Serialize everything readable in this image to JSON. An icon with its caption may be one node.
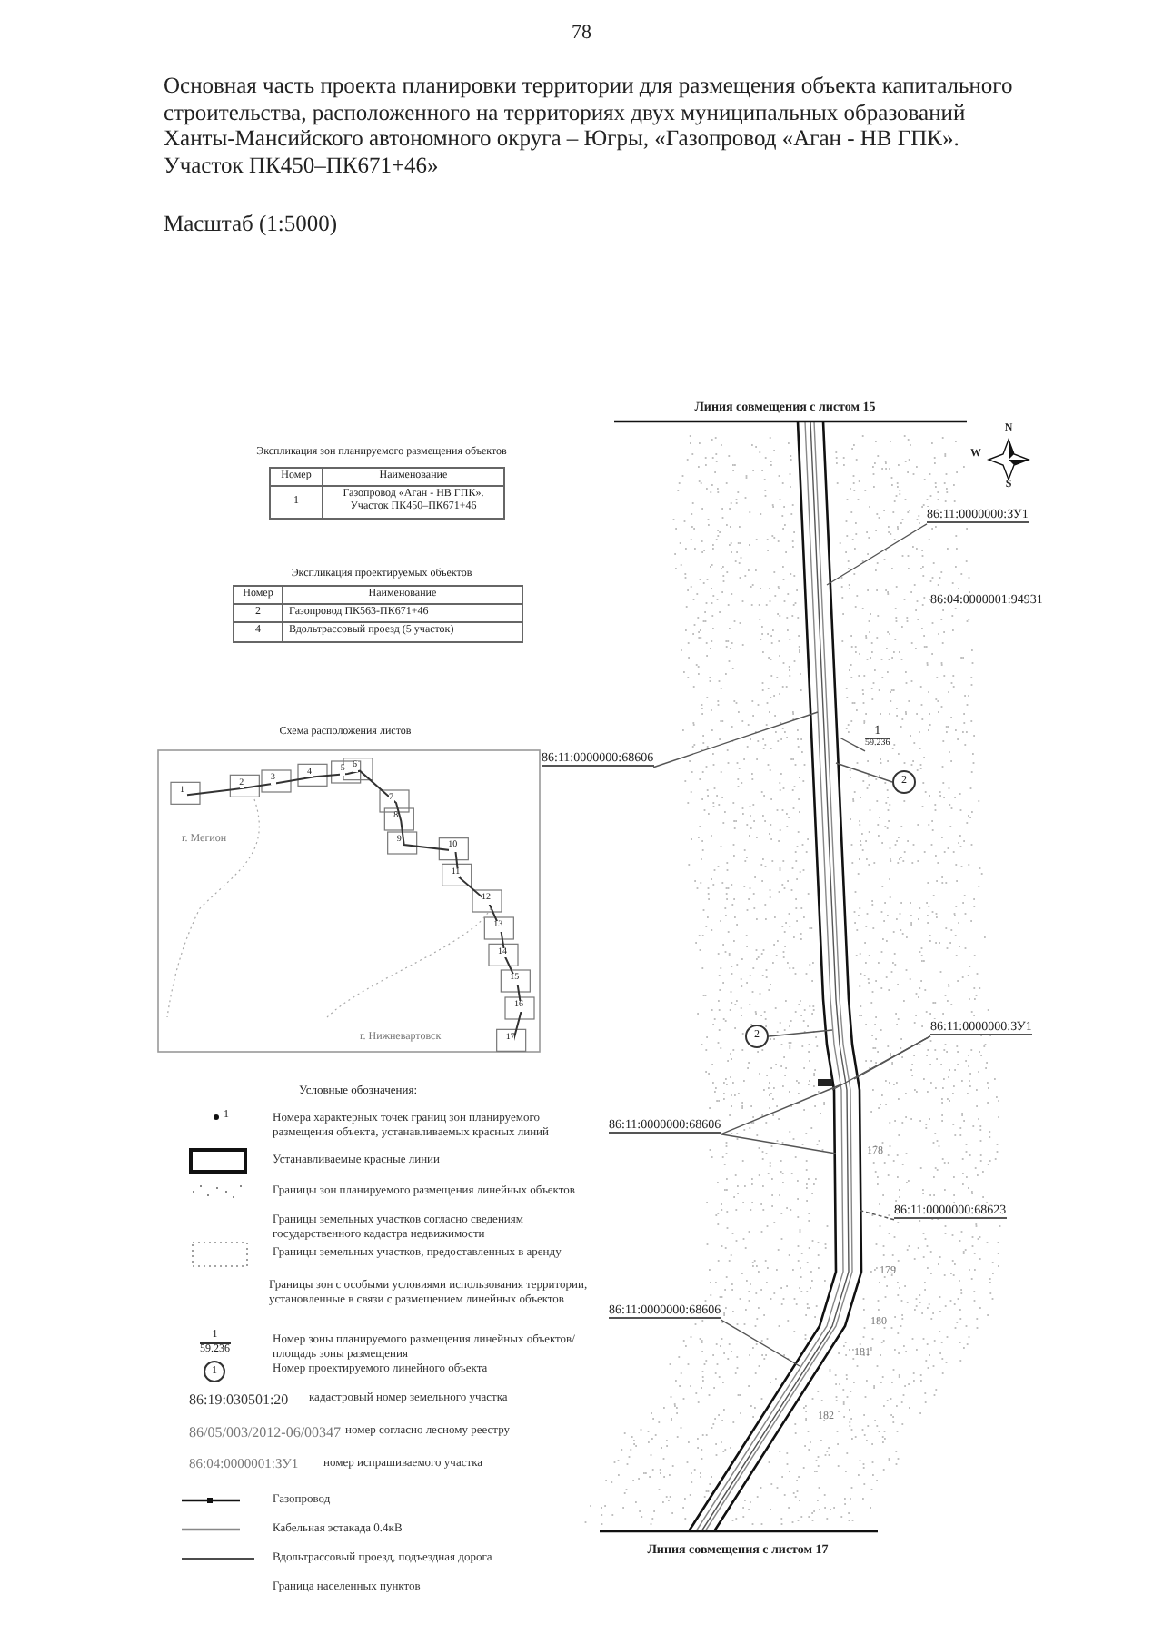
{
  "diagram": {
    "title": "Основная часть проекта планировки территории для размещения объекта капитального строительства, расположенного на территориях двух муниципальных образований Ханты-Мансийского автономного округа – Югры, «Газопровод «Аган - НВ ГПК». Участок ПК450–ПК671+46»",
    "nodes": [
      {
        "text": [
          "86:11:0000000:ЗУ1"
        ]
      },
      {
        "text": [
          "86:11:0000000:68606"
        ]
      },
      {
        "text": [
          "1",
          "59.236"
        ]
      },
      {
        "text": [
          "2"
        ]
      },
      {
        "text": [
          "2"
        ]
      },
      {
        "text": [
          "86:11:0000000:ЗУ1"
        ]
      },
      {
        "text": [
          "86:11:0000000:68606"
        ]
      },
      {
        "text": [
          "86:11:0000000:68623"
        ]
      },
      {
        "text": [
          "86:11:0000000:68606"
        ]
      }
    ],
    "edges": [
      {
        "from": 0,
        "to": null,
        "arrow": "none"
      },
      {
        "from": 1,
        "to": null,
        "arrow": "none"
      },
      {
        "from": 2,
        "to": null,
        "arrow": "none"
      },
      {
        "from": 3,
        "to": null,
        "arrow": "none"
      },
      {
        "from": 4,
        "to": null,
        "arrow": "none"
      },
      {
        "from": 5,
        "to": null,
        "arrow": "none"
      },
      {
        "from": 5,
        "to": null,
        "arrow": "none"
      },
      {
        "from": 6,
        "to": null,
        "arrow": "none"
      },
      {
        "from": 6,
        "to": null,
        "arrow": "none"
      },
      {
        "from": 7,
        "to": null,
        "arrow": "none",
        "style": "dashed"
      },
      {
        "from": 8,
        "to": null,
        "arrow": "none"
      }
    ],
    "labels": [
      "78",
      "Масштаб (1:5000)",
      "Экспликация зон планируемого размещения объектов",
      "Номер",
      "Наименование",
      "1",
      "Газопровод «Аган - НВ ГПК». Участок ПК450–ПК671+46",
      "Экспликация проектируемых объектов",
      "Номер",
      "Наименование",
      "2",
      "Газопровод ПК563-ПК671+46",
      "4",
      "Вдольтрассовый проезд (5 участок)",
      "Схема расположения листов",
      "1",
      "2",
      "3",
      "4",
      "5",
      "6",
      "7",
      "8",
      "9",
      "10",
      "11",
      "12",
      "13",
      "14",
      "15",
      "16",
      "17",
      "г. Мегион",
      "г. Нижневартовск",
      "Условные обозначения:",
      "1",
      "1",
      "59.236",
      "1",
      "86:19:030501:20",
      "86/05/003/2012-06/00347",
      "86:04:0000001:ЗУ1",
      "Линия совмещения с листом 15",
      "N",
      "W",
      "S",
      "86:04:0000001:94931",
      "178",
      "179",
      "180",
      "181",
      "182",
      "Линия совмещения с листом 17"
    ],
    "legend": [
      {
        "text": "Номера характерных точек границ зон планируемого размещения объекта, устанавливаемых красных линий"
      },
      {
        "text": "Устанавливаемые красные линии"
      },
      {
        "text": "Границы зон планируемого размещения линейных объектов"
      },
      {
        "text": "Границы земельных участков согласно сведениям государственного кадастра недвижимости"
      },
      {
        "text": "Границы земельных участков, предоставленных в аренду"
      },
      {
        "text": "Границы зон с особыми условиями использования территории, установленные в связи с размещением линейных объектов"
      },
      {
        "text": "Номер зоны планируемого размещения линейных объектов/площадь зоны размещения"
      },
      {
        "text": "Номер проектируемого линейного объекта"
      },
      {
        "text": "кадастровый номер земельного участка"
      },
      {
        "text": "номер согласно лесному реестру"
      },
      {
        "text": "номер испрашиваемого участка"
      },
      {
        "text": "Газопровод"
      },
      {
        "text": "Кабельная эстакада 0.4кВ"
      },
      {
        "text": "Вдольтрассовый проезд, подъездная дорога"
      },
      {
        "text": "Граница населенных пунктов"
      }
    ]
  }
}
